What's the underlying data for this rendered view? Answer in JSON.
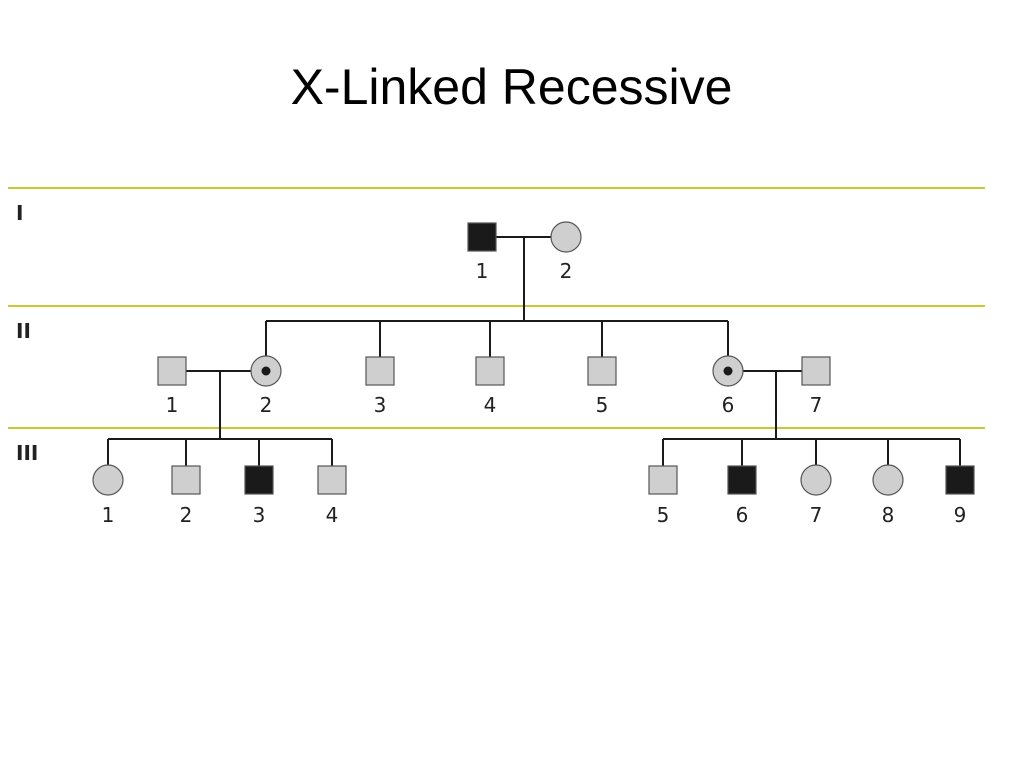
{
  "title": "X-Linked Recessive",
  "colors": {
    "affected": "#1a1a1a",
    "unaffected": "#cfcfcf",
    "line": "#1a1a1a",
    "separator": "#c8c832"
  },
  "generations": [
    {
      "label": "I",
      "individuals": [
        {
          "number": "1",
          "sex": "male",
          "status": "affected"
        },
        {
          "number": "2",
          "sex": "female",
          "status": "unaffected"
        }
      ]
    },
    {
      "label": "II",
      "individuals": [
        {
          "number": "1",
          "sex": "male",
          "status": "unaffected"
        },
        {
          "number": "2",
          "sex": "female",
          "status": "carrier"
        },
        {
          "number": "3",
          "sex": "male",
          "status": "unaffected"
        },
        {
          "number": "4",
          "sex": "male",
          "status": "unaffected"
        },
        {
          "number": "5",
          "sex": "male",
          "status": "unaffected"
        },
        {
          "number": "6",
          "sex": "female",
          "status": "carrier"
        },
        {
          "number": "7",
          "sex": "male",
          "status": "unaffected"
        }
      ]
    },
    {
      "label": "III",
      "individuals": [
        {
          "number": "1",
          "sex": "female",
          "status": "unaffected"
        },
        {
          "number": "2",
          "sex": "male",
          "status": "unaffected"
        },
        {
          "number": "3",
          "sex": "male",
          "status": "affected"
        },
        {
          "number": "4",
          "sex": "male",
          "status": "unaffected"
        },
        {
          "number": "5",
          "sex": "male",
          "status": "unaffected"
        },
        {
          "number": "6",
          "sex": "male",
          "status": "affected"
        },
        {
          "number": "7",
          "sex": "female",
          "status": "unaffected"
        },
        {
          "number": "8",
          "sex": "female",
          "status": "unaffected"
        },
        {
          "number": "9",
          "sex": "male",
          "status": "affected"
        }
      ]
    }
  ]
}
